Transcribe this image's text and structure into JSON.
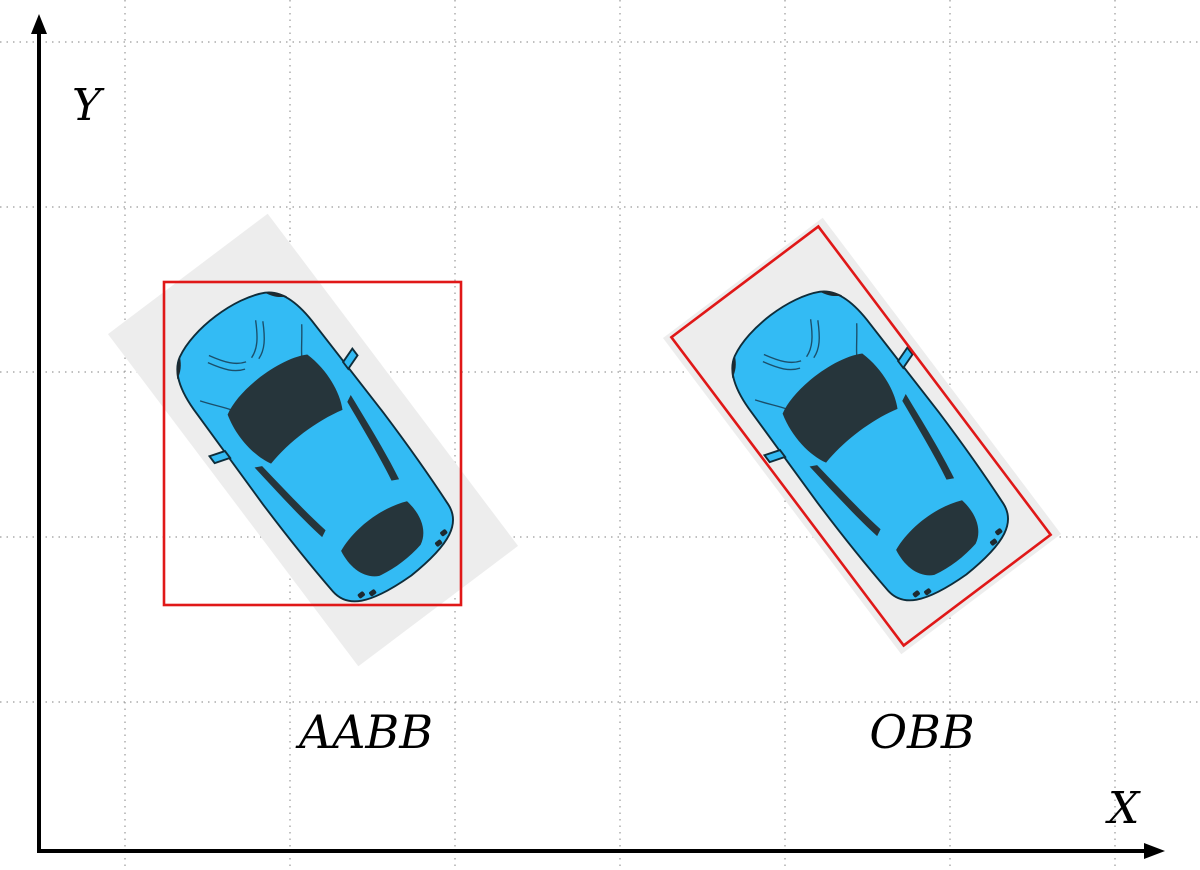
{
  "axes": {
    "y_label": "Y",
    "x_label": "X"
  },
  "examples": [
    {
      "id": "aabb",
      "caption": "AABB",
      "box_color": "#e01818",
      "car_color": "#33bbf4"
    },
    {
      "id": "obb",
      "caption": "OBB",
      "box_color": "#e01818",
      "car_color": "#33bbf4"
    }
  ]
}
